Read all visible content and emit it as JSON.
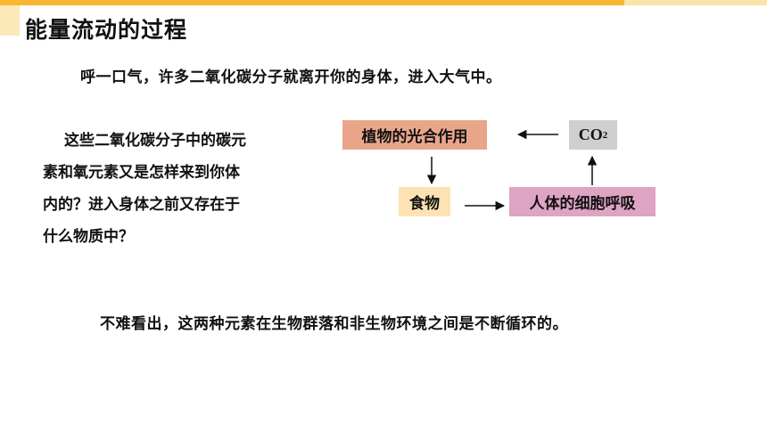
{
  "title": "能量流动的过程",
  "intro": "呼一口气，许多二氧化碳分子就离开你的身体，进入大气中。",
  "question_lines": [
    "这些二氧化碳分子中的碳元",
    "素和氧元素又是怎样来到你体",
    "内的？进入身体之前又存在于",
    "什么物质中？"
  ],
  "diagram": {
    "plant": "植物的光合作用",
    "co2_main": "CO",
    "co2_sub": "2",
    "food": "食物",
    "human": "人体的细胞呼吸"
  },
  "conclusion": "不难看出，这两种元素在生物群落和非生物环境之间是不断循环的。",
  "colors": {
    "top_bar": "#f7b731",
    "plant_box": "#e8a58a",
    "co2_box": "#d0cece",
    "food_box": "#fde3b3",
    "human_box": "#dea4c4"
  }
}
